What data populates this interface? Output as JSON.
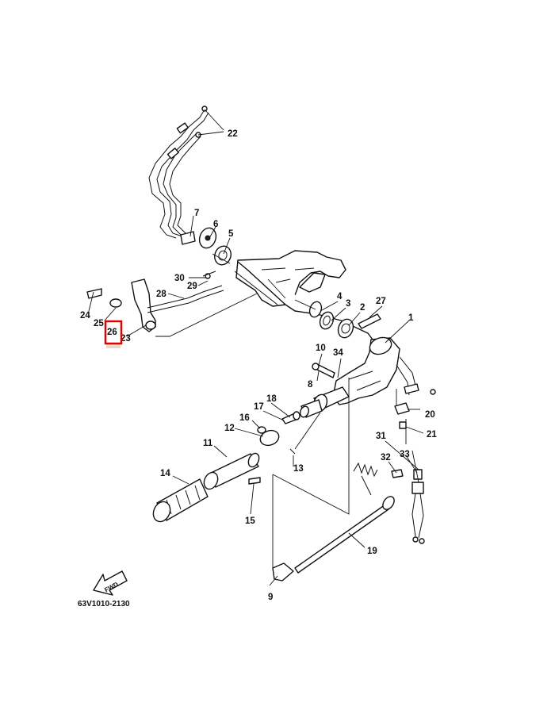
{
  "diagram": {
    "callouts": {
      "n1": "1",
      "n2": "2",
      "n3": "3",
      "n4": "4",
      "n5": "5",
      "n6": "6",
      "n7": "7",
      "n8": "8",
      "n9": "9",
      "n10": "10",
      "n11": "11",
      "n12": "12",
      "n13": "13",
      "n14": "14",
      "n15": "15",
      "n16": "16",
      "n17": "17",
      "n18": "18",
      "n19": "19",
      "n20": "20",
      "n21": "21",
      "n22": "22",
      "n23": "23",
      "n24": "24",
      "n25": "25",
      "n26": "26",
      "n27": "27",
      "n28": "28",
      "n29": "29",
      "n30": "30",
      "n31": "31",
      "n32": "32",
      "n33": "33",
      "n34": "34"
    },
    "highlighted_callout": "26",
    "direction_label": "FWD",
    "diagram_code": "63V1010-2130"
  }
}
